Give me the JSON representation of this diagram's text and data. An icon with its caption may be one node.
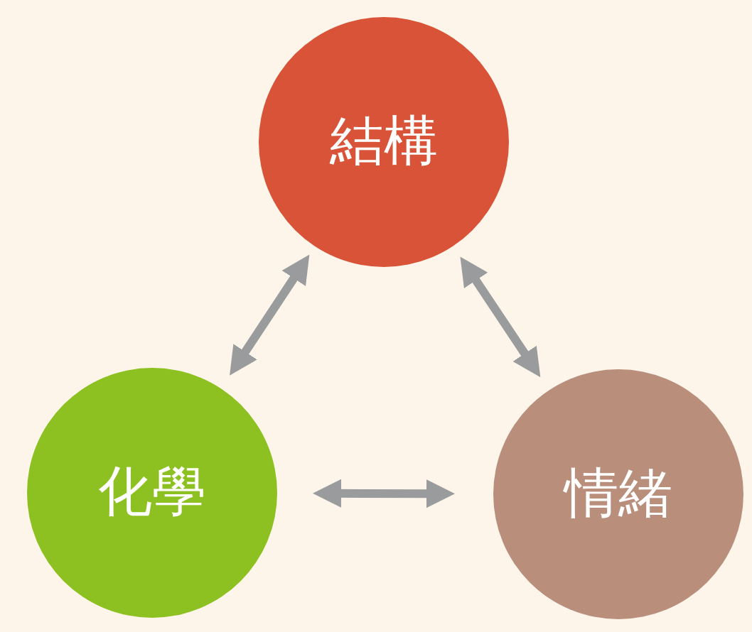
{
  "diagram": {
    "nodes": [
      {
        "text": [
          "結構"
        ]
      },
      {
        "text": [
          "化學"
        ]
      },
      {
        "text": [
          "情緒"
        ]
      }
    ],
    "edges": [
      {
        "from": 0,
        "to": 1,
        "arrow": "both"
      },
      {
        "from": 0,
        "to": 2,
        "arrow": "both"
      },
      {
        "from": 1,
        "to": 2,
        "arrow": "both"
      }
    ]
  }
}
